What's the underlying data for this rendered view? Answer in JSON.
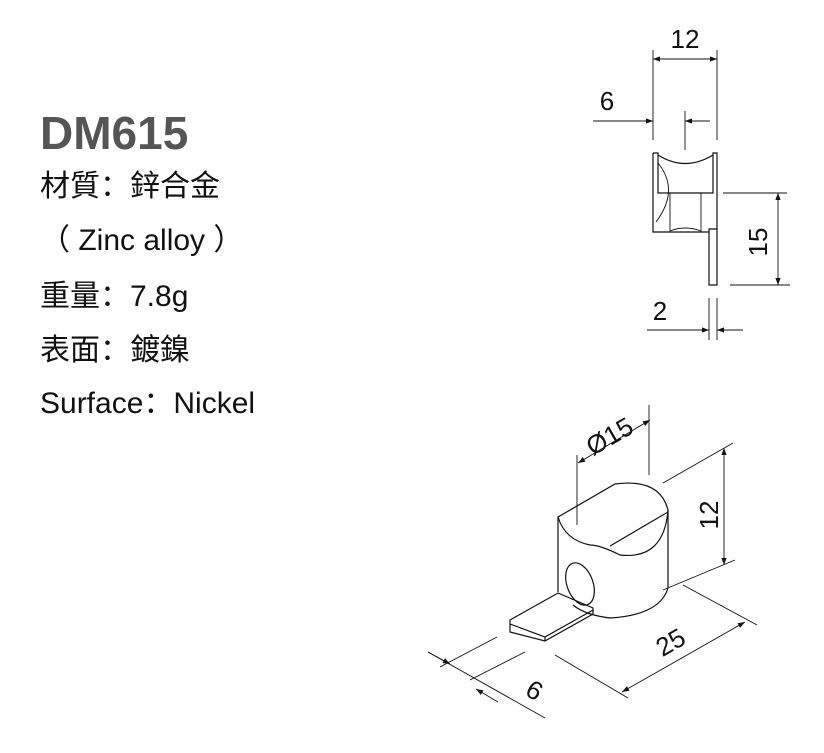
{
  "model": "DM615",
  "specs": [
    "材質：鋅合金",
    "（ Zinc alloy ）",
    "重量：7.8g",
    "表面：鍍鎳",
    "Surface：Nickel"
  ],
  "side_view": {
    "dims": {
      "width": "12",
      "offset": "6",
      "height": "15",
      "tab": "2"
    }
  },
  "iso_view": {
    "dims": {
      "diameter": "Ø15",
      "height": "12",
      "length": "25",
      "tab_width": "6"
    }
  }
}
